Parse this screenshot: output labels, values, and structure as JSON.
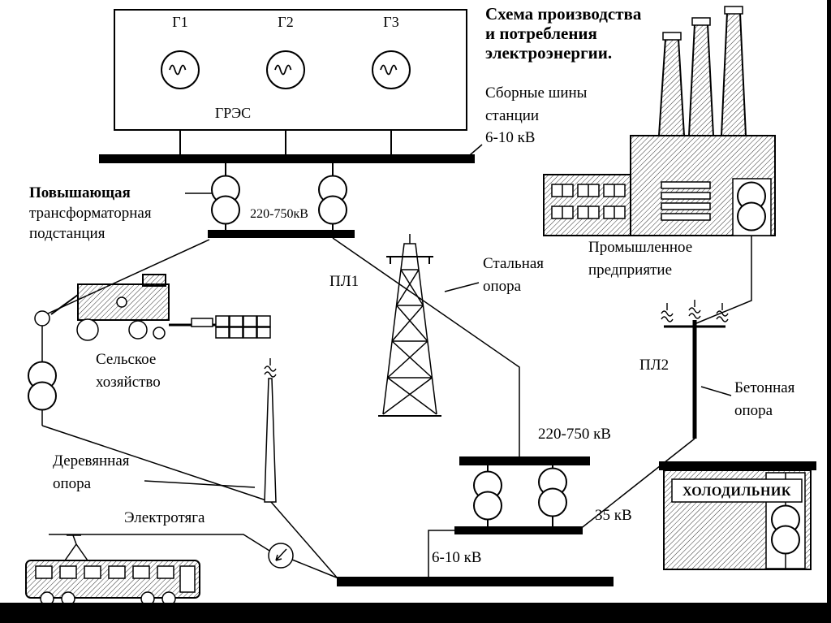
{
  "title": {
    "lines": [
      "Схема производства",
      "и потребления",
      "электроэнергии."
    ]
  },
  "colors": {
    "title_red": "#d40000"
  },
  "station": {
    "name": "ГРЭС",
    "generators": [
      "Г1",
      "Г2",
      "Г3"
    ]
  },
  "annotations": {
    "station_bus": [
      "Сборные шины",
      "станции",
      "6-10 кВ"
    ],
    "step_up_substation": [
      "Повышающая",
      "трансформаторная",
      "подстанция"
    ],
    "step_up_voltage": "220-750кВ",
    "factory": [
      "Промышленное",
      "предприятие"
    ],
    "line1_name": "ПЛ1",
    "steel_tower": [
      "Стальная",
      "опора"
    ],
    "line2_name": "ПЛ2",
    "concrete_pole": [
      "Бетонная",
      "опора"
    ],
    "farm": [
      "Сельское",
      "хозяйство"
    ],
    "wooden_pole": [
      "Деревянная",
      "опора"
    ],
    "traction": "Электротяга",
    "hv_line_voltage": "220-750 кВ",
    "mv_voltage": "35 кВ",
    "lv_voltage": "6-10 кВ",
    "refrigerator": "ХОЛОДИЛЬНИК"
  }
}
